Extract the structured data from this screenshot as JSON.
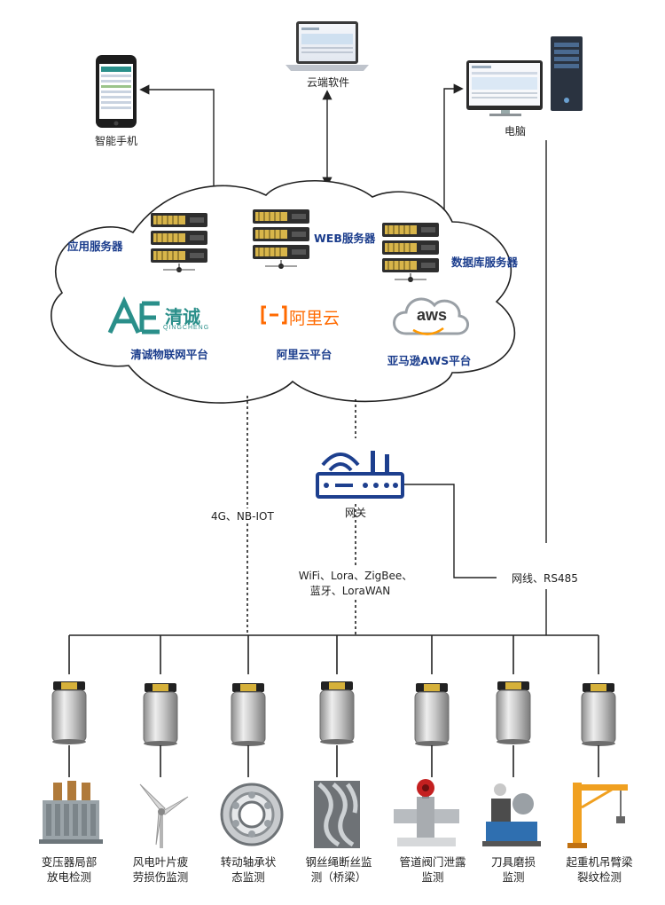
{
  "devices": {
    "phone_label": "智能手机",
    "cloud_software_label": "云端软件",
    "pc_label": "电脑"
  },
  "cloud": {
    "app_server": "应用服务器",
    "web_server": "WEB服务器",
    "db_server": "数据库服务器",
    "platforms": [
      {
        "logo_text": "清诚",
        "logo_sub": "QINGCHENG",
        "label": "清诚物联网平台"
      },
      {
        "logo_text": "阿里云",
        "label": "阿里云平台"
      },
      {
        "logo_text": "aws",
        "label": "亚马逊AWS平台"
      }
    ]
  },
  "gateway": {
    "label": "网关",
    "link_cellular": "4G、NB-IOT",
    "link_wireless_line1": "WiFi、Lora、ZigBee、",
    "link_wireless_line2": "蓝牙、LoraWAN",
    "link_wired": "网线、RS485"
  },
  "applications": [
    {
      "line1": "变压器局部",
      "line2": "放电检测"
    },
    {
      "line1": "风电叶片疲",
      "line2": "劳损伤监测"
    },
    {
      "line1": "转动轴承状",
      "line2": "态监测"
    },
    {
      "line1": "钢丝绳断丝监",
      "line2": "测（桥梁）"
    },
    {
      "line1": "管道阀门泄露",
      "line2": "监测"
    },
    {
      "line1": "刀具磨损",
      "line2": "监测"
    },
    {
      "line1": "起重机吊臂梁",
      "line2": "裂纹检测"
    }
  ],
  "colors": {
    "brand_blue": "#1a3c8c",
    "server_gold": "#d8b54a",
    "server_dark": "#2e2e2e",
    "ali_orange": "#ff6a00",
    "ae_teal": "#2a8f8a"
  }
}
